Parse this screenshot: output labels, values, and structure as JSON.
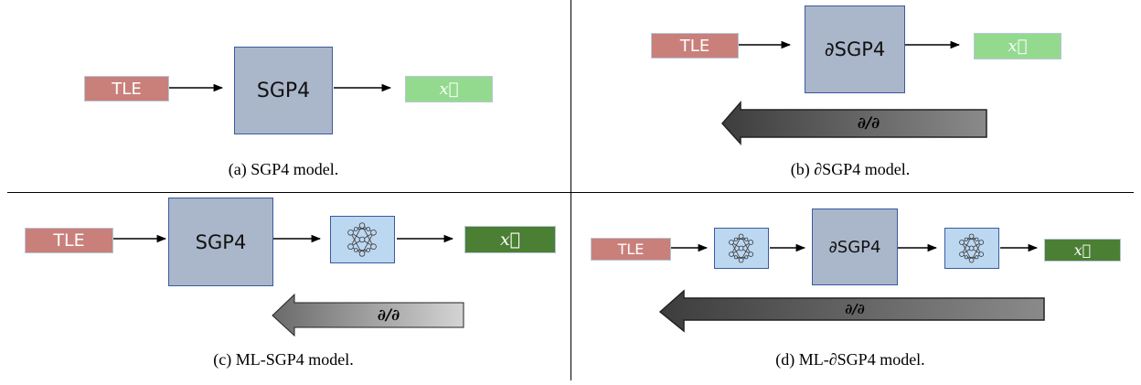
{
  "panels": [
    {
      "tle": "TLE",
      "model": "SGP4",
      "output": "x⃗",
      "caption": "(a) SGP4 model."
    },
    {
      "tle": "TLE",
      "model": "∂SGP4",
      "output": "x⃗",
      "gradient": "∂/∂",
      "caption": "(b) ∂SGP4 model."
    },
    {
      "tle": "TLE",
      "model": "SGP4",
      "output": "x⃗",
      "gradient": "∂/∂",
      "caption": "(c) ML-SGP4 model."
    },
    {
      "tle": "TLE",
      "model": "∂SGP4",
      "output": "x⃗",
      "gradient": "∂/∂",
      "caption": "(d) ML-∂SGP4 model."
    }
  ],
  "colors": {
    "tle_box": "#c9807b",
    "model_box": "#aab6ca",
    "output_light": "#93da8f",
    "output_dark": "#4b7f34",
    "nn_box": "#bcd7f0",
    "box_border": "#3b5aa0"
  }
}
